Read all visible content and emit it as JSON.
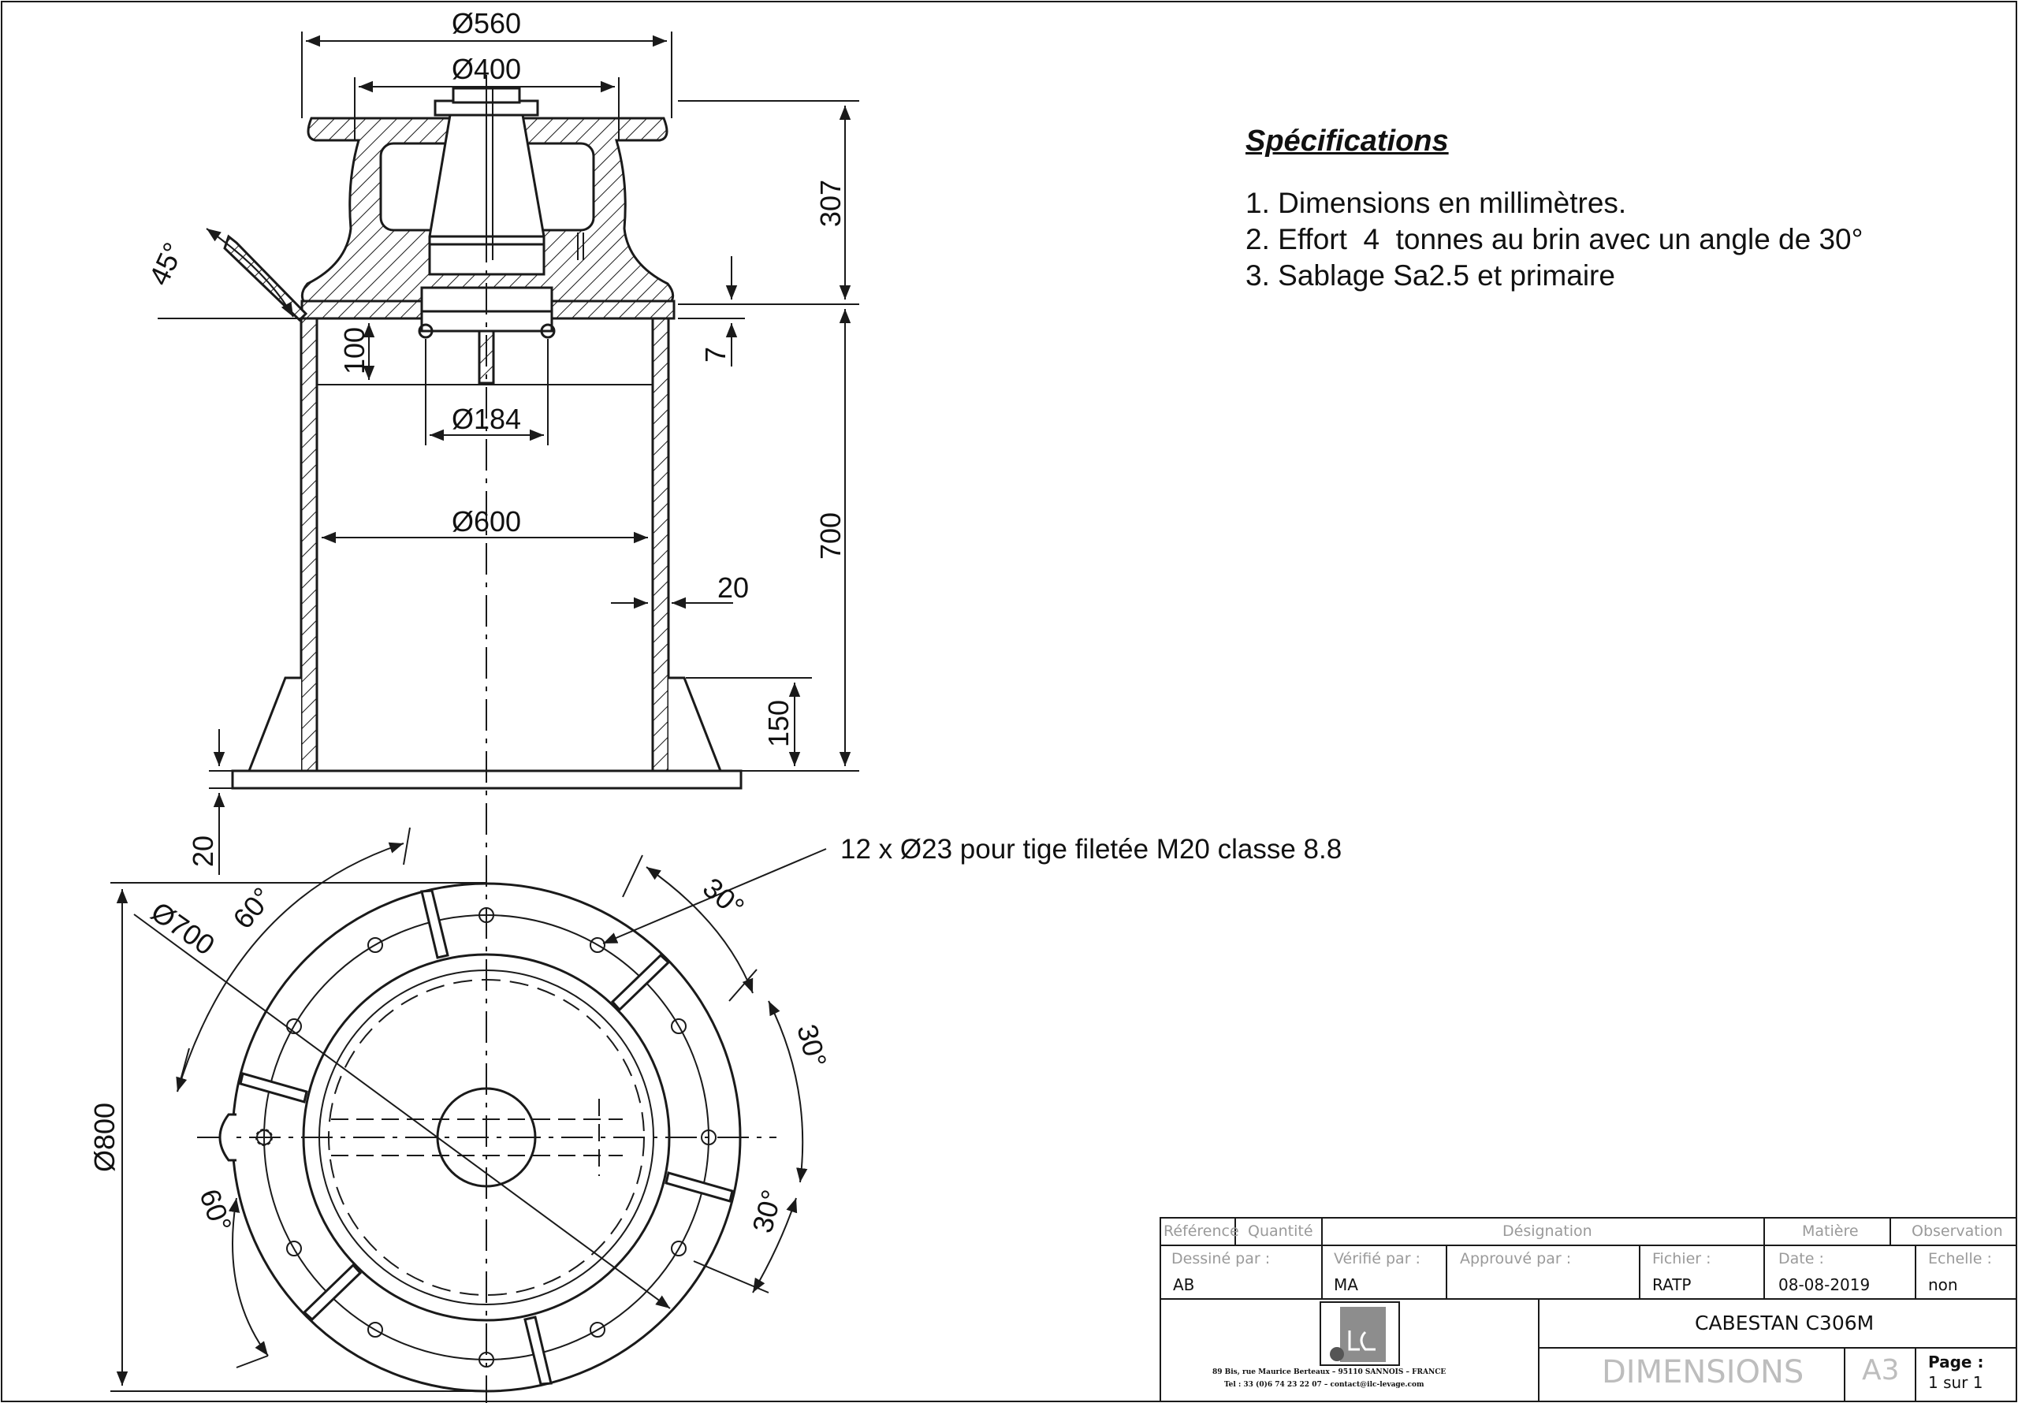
{
  "dimensions": {
    "d560": "Ø560",
    "d400": "Ø400",
    "h307": "307",
    "angle45": "45°",
    "h100": "100",
    "h7": "7",
    "d184": "Ø184",
    "d600": "Ø600",
    "h700": "700",
    "w20_wall": "20",
    "h150": "150",
    "h20_base": "20",
    "d700": "Ø700",
    "angle60_top": "60°",
    "angle30_a": "30°",
    "angle30_b": "30°",
    "angle30_c": "30°",
    "d800": "Ø800",
    "angle60_bottom": "60°"
  },
  "note_holes": "12 x Ø23 pour tige filetée M20 classe 8.8",
  "specifications": {
    "title": "Spécifications",
    "items": [
      "1. Dimensions en millimètres.",
      "2. Effort  4  tonnes au brin avec un angle de 30°",
      "3. Sablage Sa2.5 et primaire"
    ]
  },
  "title_block": {
    "headers": {
      "reference": "Référence",
      "quantite": "Quantité",
      "designation": "Désignation",
      "matiere": "Matière",
      "observation": "Observation",
      "dessine_par": "Dessiné par :",
      "verifie_par": "Vérifié par :",
      "approuve_par": "Approuvé par :",
      "fichier": "Fichier :",
      "date": "Date :",
      "echelle": "Echelle :",
      "page": "Page :"
    },
    "values": {
      "dessine_par": "AB",
      "verifie_par": "MA",
      "fichier": "RATP",
      "date": "08-08-2019",
      "echelle": "non",
      "product": "CABESTAN C306M",
      "sheet_title": "DIMENSIONS",
      "format": "A3",
      "page": "1 sur 1"
    },
    "address_line1": "89 Bis, rue Maurice Berteaux – 95110 SANNOIS – FRANCE",
    "address_line2": "Tel : 33 (0)6 74 23 22 07 – contact@ilc-levage.com"
  },
  "colors": {
    "line": "#1a1a1a",
    "faint": "#9a9a9a"
  }
}
